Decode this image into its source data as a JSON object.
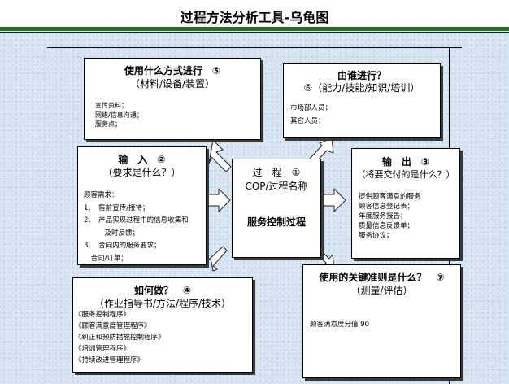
{
  "title": "过程方法分析工具-乌龟图",
  "boxes": {
    "method": {
      "heading": "使用什么方式进行　⑤",
      "subheading": "（材料/设备/装置）",
      "lines": [
        "宣传资料；",
        "网络/信息沟通；",
        "服务点；"
      ]
    },
    "who": {
      "heading": "由谁进行？",
      "subheading": "⑥（能力/技能/知识/培训）",
      "lines": [
        "市场部人员；",
        "其它人员；"
      ]
    },
    "input": {
      "heading": "输　入　②",
      "subheading": "（要求是什么？）",
      "lines": [
        "顾客需求：",
        "1、　售前宣传/接待；",
        "2、　产品实现过程中的信息收集和",
        "　　　及时反馈；",
        "3、　合同内的服务要求；",
        "　合同/订单；"
      ]
    },
    "process": {
      "heading": "过　程　①",
      "subheading": "COP/过程名称",
      "name": "服务控制过程"
    },
    "output": {
      "heading": "输　出　③",
      "subheading": "（将要交付的是什么？）",
      "lines": [
        "提供顾客满意的服务",
        "顾客信息登记表；",
        "年度服务报告；",
        "质量信息反馈单；",
        "服务协议；"
      ]
    },
    "how": {
      "heading": "如何做？　④",
      "subheading": "（作业指导书/方法/程序/技术）",
      "lines": [
        "《服务控制程序》",
        "《顾客满意度管理程序》",
        "《纠正和预防措施控制程序》",
        "《培训管理程序》",
        "《持续改进管理程序》"
      ]
    },
    "criteria": {
      "heading": "使用的关键准则是什么？　⑦",
      "subheading": "（测量/评估）",
      "lines": [
        "顾客满意度分值 90"
      ]
    }
  },
  "colors": {
    "background": "#d4e3f2",
    "rule_green": "#2a6b28",
    "box_fill": "#ffffff",
    "box_shadow": "#3a3a3a",
    "arrow_fill": "#ffffff"
  }
}
